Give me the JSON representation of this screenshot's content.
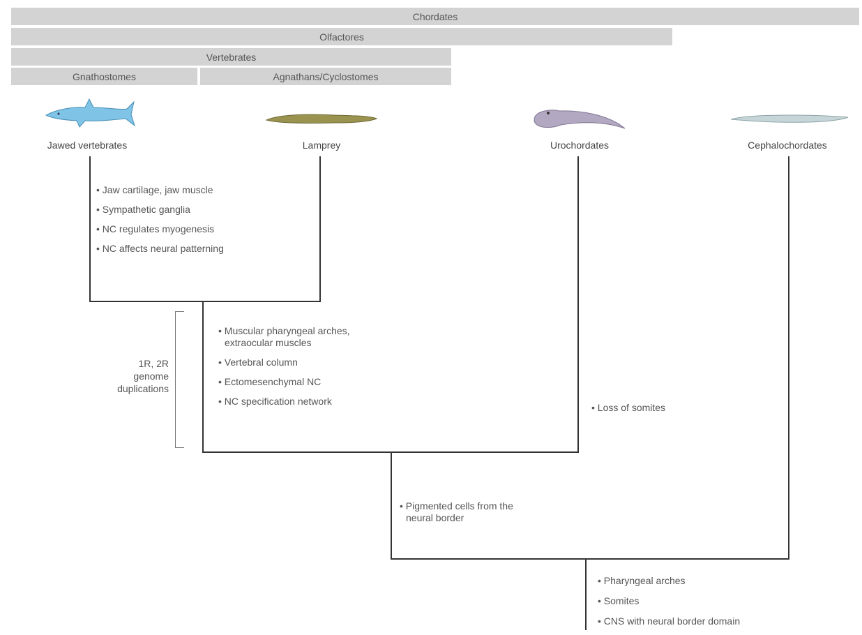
{
  "clade_bars": {
    "chordates": "Chordates",
    "olfactores": "Olfactores",
    "vertebrates": "Vertebrates",
    "gnathostomes": "Gnathostomes",
    "agnathans": "Agnathans/Cyclostomes"
  },
  "taxa": {
    "jawed": "Jawed vertebrates",
    "lamprey": "Lamprey",
    "urochordates": "Urochordates",
    "cephalochordates": "Cephalochordates"
  },
  "traits": {
    "gnathostome": [
      "Jaw cartilage, jaw muscle",
      "Sympathetic ganglia",
      "NC regulates myogenesis",
      "NC affects neural patterning"
    ],
    "vertebrate": [
      "Muscular pharyngeal arches, extraocular muscles",
      "Vertebral column",
      "Ectomesenchymal NC",
      "NC specification network"
    ],
    "urochordate": [
      "Loss of somites"
    ],
    "olfactores": [
      "Pigmented cells from the neural border"
    ],
    "chordate": [
      "Pharyngeal arches",
      "Somites",
      "CNS with neural border domain"
    ]
  },
  "duplication_label": {
    "line1": "1R, 2R",
    "line2": "genome",
    "line3": "duplications"
  },
  "colors": {
    "bar": "#d3d3d3",
    "shark": "#7fc3e6",
    "lamprey": "#9a9350",
    "urochordate": "#b3a8c2",
    "cephalochordate": "#c6d6d8",
    "tree_line": "#333333"
  },
  "icons": {
    "shark": "shark-icon",
    "lamprey": "lamprey-icon",
    "urochordate": "tadpole-larva-icon",
    "cephalochordate": "lancelet-icon"
  }
}
